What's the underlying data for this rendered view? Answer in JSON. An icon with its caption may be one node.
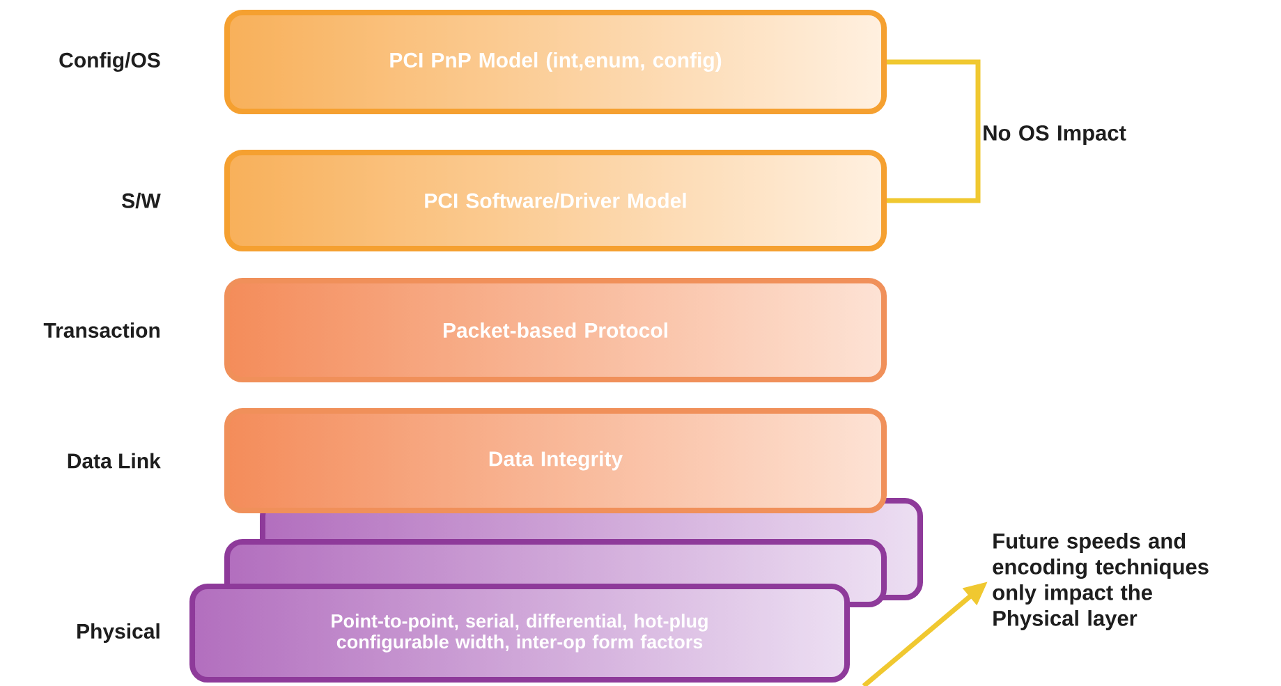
{
  "diagram": {
    "nodes": [
      {
        "text": [
          "PCI PnP Model (int,enum, config)"
        ],
        "beside": [
          "Config/OS"
        ]
      },
      {
        "text": [
          "PCI Software/Driver Model"
        ],
        "beside": [
          "S/W"
        ]
      },
      {
        "text": [
          "Packet-based Protocol"
        ],
        "beside": [
          "Transaction"
        ]
      },
      {
        "text": [
          "Data Integrity"
        ],
        "beside": [
          "Data Link"
        ]
      },
      {
        "text": [],
        "shape": "box"
      },
      {
        "text": [],
        "shape": "box"
      },
      {
        "text": [
          "Point-to-point, serial, differential, hot-plug configurable width, inter-op form factors"
        ],
        "beside": [
          "Physical"
        ]
      },
      {
        "text": [
          "No OS Impact"
        ]
      },
      {
        "text": [
          "Future speeds and encoding techniques only impact the Physical layer"
        ]
      }
    ],
    "edges": [
      {
        "from": 0,
        "to": 7,
        "arrow": "none"
      },
      {
        "from": 1,
        "to": 7,
        "arrow": "none"
      },
      {
        "from": null,
        "to": 8,
        "arrow": "to"
      }
    ]
  }
}
